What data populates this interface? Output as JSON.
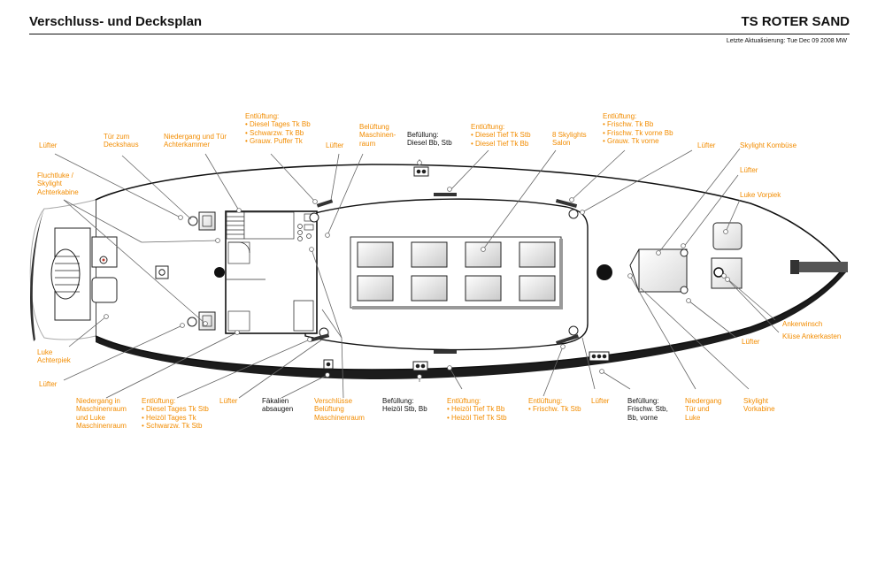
{
  "header": {
    "title": "Verschluss- und Decksplan",
    "ship": "TS ROTER SAND",
    "update": "Letzte Aktualisierung: Tue Dec 09 2008 MW"
  },
  "colors": {
    "accent": "#f28c00",
    "ink": "#111111",
    "leader": "#6b6b6b"
  },
  "labels": {
    "luefter_heck": "Lüfter",
    "tuer_deckshaus": "Tür zum\nDeckshaus",
    "niedergang_achter": "Niedergang und Tür\nAchterkammer",
    "entlueftung_diesel_bb": "Entlüftung:\n• Diesel Tages Tk Bb\n• Schwarzw. Tk Bb\n• Grauw. Puffer Tk",
    "luefter_mitte": "Lüfter",
    "belueftung_mr": "Belüftung\nMaschinen-\nraum",
    "befuellung_diesel": "Befüllung:\nDiesel Bb, Stb",
    "entlueftung_tief_diesel": "Entlüftung:\n• Diesel Tief Tk Stb\n• Diesel Tief Tk Bb",
    "skylights_salon": "8 Skylights\nSalon",
    "entlueftung_frischw": "Entlüftung:\n• Frischw. Tk Bb\n• Frischw. Tk vorne Bb\n• Grauw. Tk vorne",
    "luefter_vorn": "Lüfter",
    "skylight_kombuese": "Skylight Kombüse",
    "luefter_vorpiek": "Lüfter",
    "luke_vorpiek": "Luke Vorpiek",
    "fluchtluke": "Fluchtluke /\nSkylight\nAchterkabine",
    "luke_achterpiek": "Luke\nAchterpiek",
    "luefter_heck_unten": "Lüfter",
    "niedergang_mr": "Niedergang in\nMaschinenraum\nund Luke\nMaschinenraum",
    "entlueftung_stb": "Entlüftung:\n• Diesel Tages Tk Stb\n• Heizöl Tages Tk\n• Schwarzw. Tk Stb",
    "luefter_unten": "Lüfter",
    "faekalien": "Fäkalien\nabsaugen",
    "verschluesse": "Verschlüsse\nBelüftung\nMaschinenraum",
    "befuellung_heizoel": "Befüllung:\nHeizöl Stb, Bb",
    "entlueftung_heizoel": "Entlüftung:\n• Heizöl Tief Tk Bb\n• Heizöl Tief Tk Stb",
    "entlueftung_frischw_stb": "Entlüftung:\n• Frischw. Tk Stb",
    "luefter_vorn_unten": "Lüfter",
    "befuellung_frischw": "Befüllung:\nFrischw. Stb,\nBb, vorne",
    "niedergang_vorn": "Niedergang\nTür und\nLuke",
    "skylight_vorkabine": "Skylight\nVorkabine",
    "luefter_bug": "Lüfter",
    "ankerwinsch": "Ankerwinsch",
    "kluese": "Klüse Ankerkasten"
  }
}
